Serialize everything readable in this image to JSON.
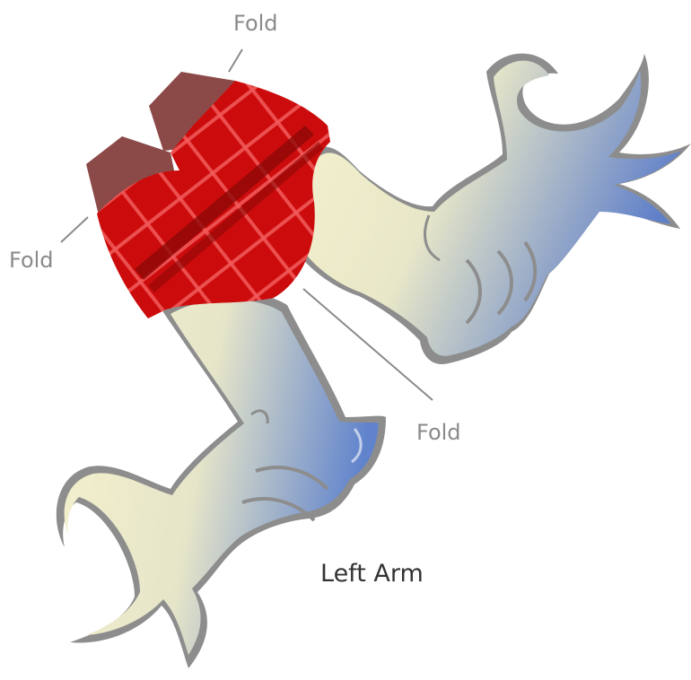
{
  "labels": {
    "fold_top": "Fold",
    "fold_left": "Fold",
    "fold_right": "Fold",
    "title": "Left Arm"
  },
  "colors": {
    "sleeve_red": "#cc0c0c",
    "plaid_light": "#f25a5a",
    "plaid_dark": "#8e0808",
    "cuff_fold": "#8b4a48",
    "skin_light": "#f4f1cc",
    "skin_shadow": "#5f7fc9",
    "outline": "#8d8d8d",
    "label_text": "#8a8a8a",
    "title_text": "#333333"
  }
}
